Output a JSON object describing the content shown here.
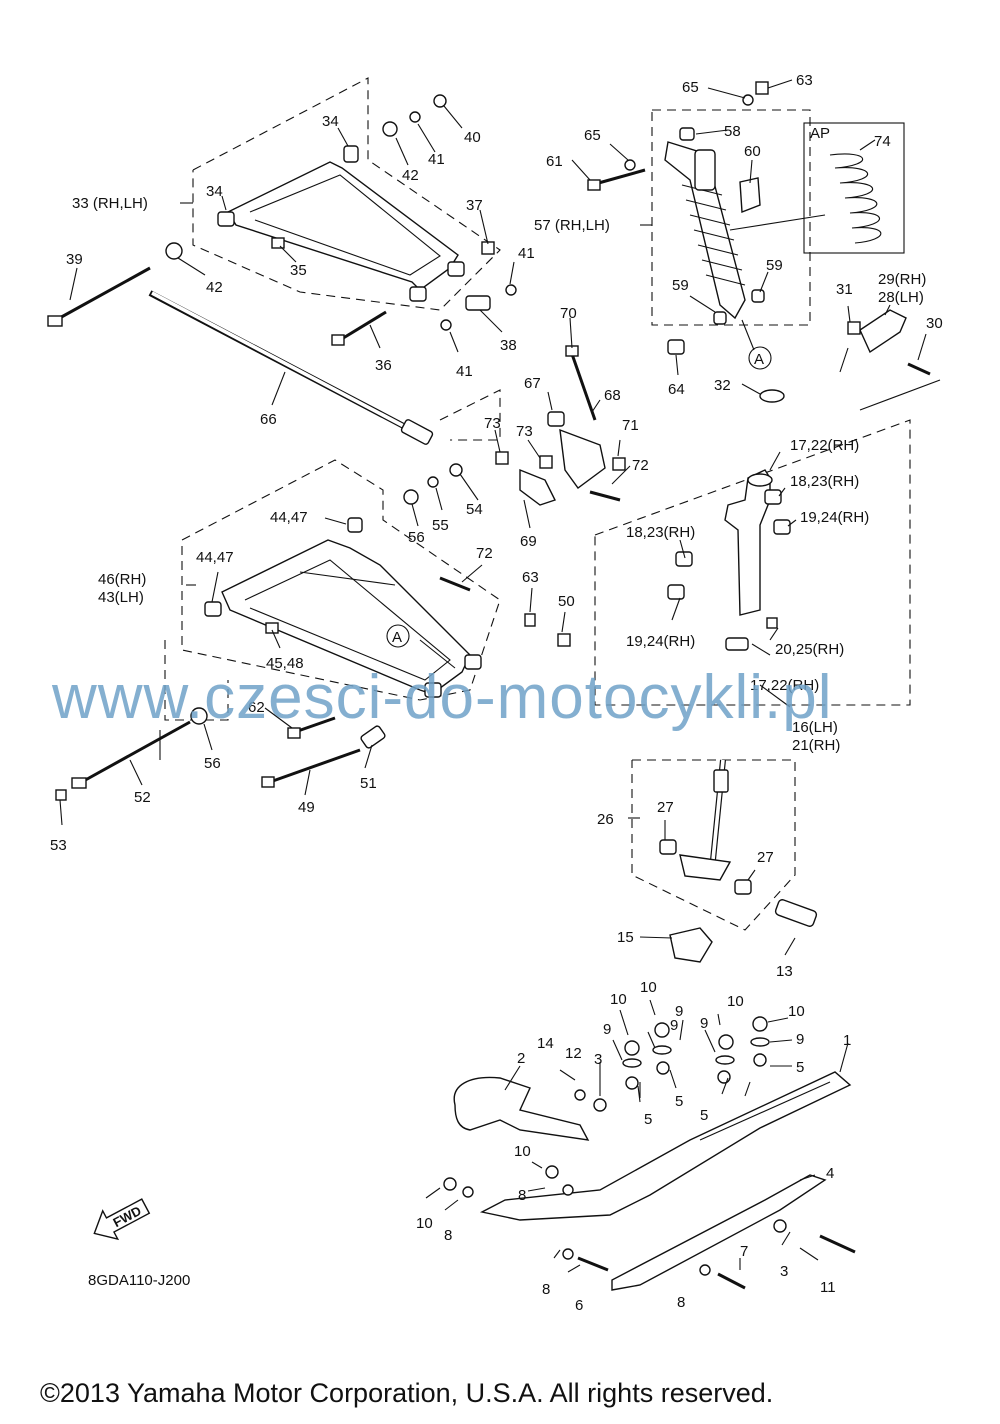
{
  "diagram": {
    "drawing_code": "8GDA110-J200",
    "fwd_label": "FWD",
    "watermark": "www.czesci-do-motocykli.pl",
    "copyright": "©2013 Yamaha Motor Corporation, U.S.A. All rights reserved.",
    "callout_a": "A",
    "inset_label": "AP",
    "labels": [
      "1",
      "2",
      "3",
      "3",
      "4",
      "5",
      "5",
      "5",
      "5",
      "6",
      "7",
      "8",
      "8",
      "8",
      "8",
      "9",
      "9",
      "9",
      "9",
      "9",
      "10",
      "10",
      "10",
      "10",
      "10",
      "10",
      "11",
      "12",
      "13",
      "14",
      "15",
      "16(LH)",
      "21(RH)",
      "17,22(RH)",
      "17,22(RH)",
      "18,23(RH)",
      "18,23(RH)",
      "19,24(RH)",
      "19,24(RH)",
      "20,25(RH)",
      "26",
      "27",
      "27",
      "28(LH)",
      "29(RH)",
      "30",
      "31",
      "32",
      "33 (RH,LH)",
      "34",
      "34",
      "35",
      "36",
      "37",
      "38",
      "39",
      "40",
      "41",
      "41",
      "41",
      "42",
      "42",
      "43(LH)",
      "46(RH)",
      "44,47",
      "44,47",
      "45,48",
      "49",
      "50",
      "51",
      "52",
      "53",
      "54",
      "55",
      "56",
      "56",
      "57 (RH,LH)",
      "58",
      "59",
      "59",
      "60",
      "61",
      "62",
      "63",
      "63",
      "64",
      "65",
      "65",
      "66",
      "67",
      "68",
      "69",
      "70",
      "71",
      "72",
      "72",
      "73",
      "73",
      "74"
    ]
  }
}
